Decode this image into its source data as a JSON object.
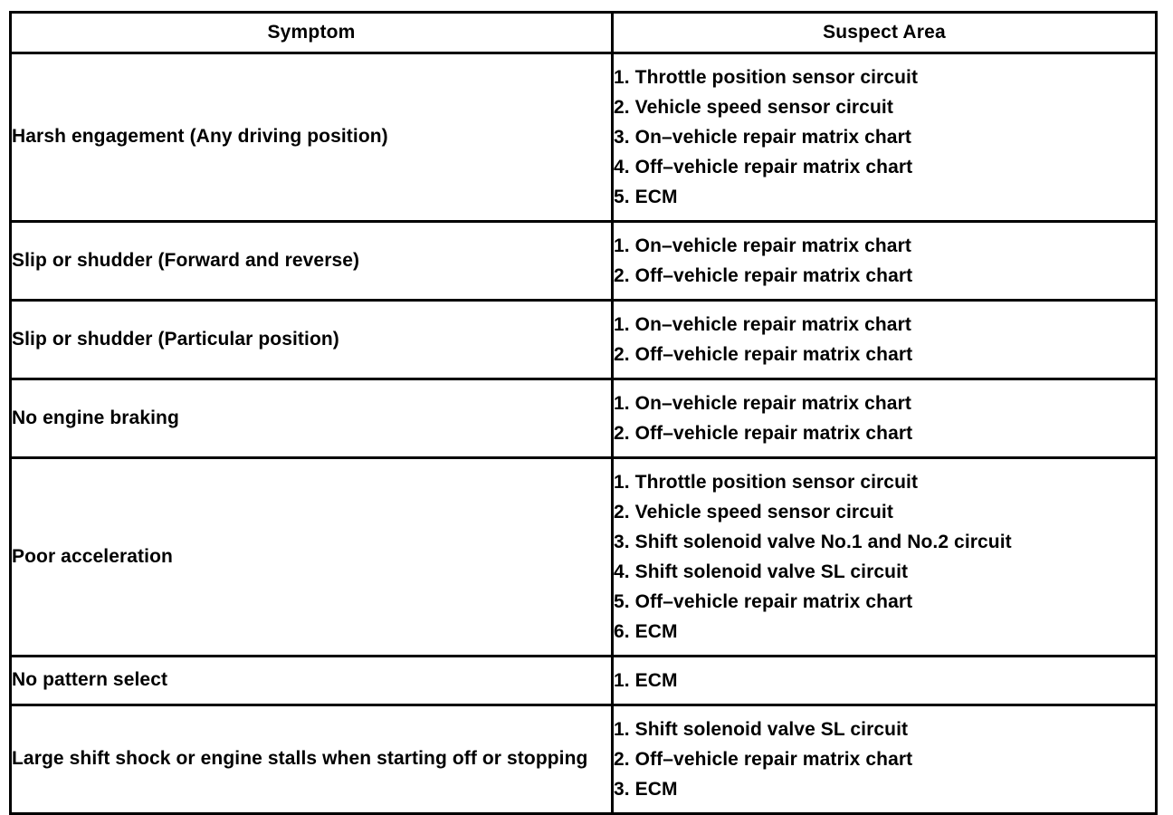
{
  "document": {
    "kind": "service-manual-diagnostic-table",
    "background_color": "#ffffff",
    "text_color": "#000000"
  },
  "table": {
    "headers": {
      "symptom": "Symptom",
      "suspect_area": "Suspect Area"
    },
    "rows": [
      {
        "symptom": "Harsh engagement (Any driving position)",
        "suspect_area": [
          "1. Throttle position sensor circuit",
          "2. Vehicle speed sensor circuit",
          "3. On–vehicle repair matrix chart",
          "4. Off–vehicle repair matrix chart",
          "5. ECM"
        ]
      },
      {
        "symptom": "Slip or shudder (Forward and reverse)",
        "suspect_area": [
          "1. On–vehicle repair matrix chart",
          "2. Off–vehicle repair matrix chart"
        ]
      },
      {
        "symptom": "Slip or shudder (Particular position)",
        "suspect_area": [
          "1. On–vehicle repair matrix chart",
          "2. Off–vehicle repair matrix chart"
        ]
      },
      {
        "symptom": "No engine braking",
        "suspect_area": [
          "1. On–vehicle repair matrix chart",
          "2. Off–vehicle repair matrix chart"
        ]
      },
      {
        "symptom": "Poor acceleration",
        "suspect_area": [
          "1. Throttle position sensor circuit",
          "2. Vehicle speed sensor circuit",
          "3. Shift solenoid valve No.1 and No.2 circuit",
          "4. Shift solenoid valve SL circuit",
          "5. Off–vehicle repair matrix chart",
          "6. ECM"
        ]
      },
      {
        "symptom": "No pattern select",
        "suspect_area": [
          "1. ECM"
        ]
      },
      {
        "symptom": "Large shift shock or engine stalls when starting off or stopping",
        "suspect_area": [
          "1. Shift solenoid valve SL circuit",
          "2. Off–vehicle repair matrix chart",
          "3. ECM"
        ]
      }
    ]
  }
}
